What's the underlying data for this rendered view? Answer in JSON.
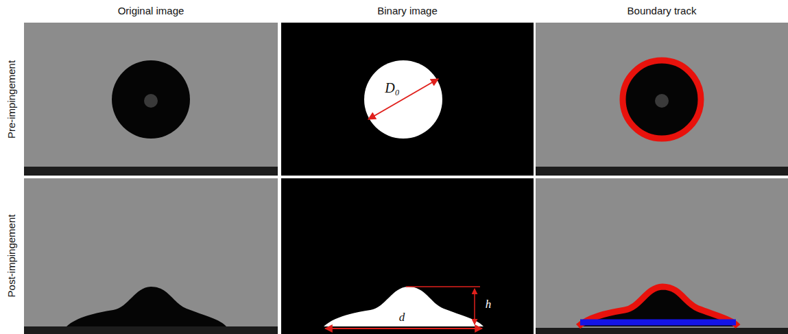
{
  "diagram": {
    "labels": [
      "Original image",
      "Binary image",
      "Boundary track",
      "Pre-impingement",
      "Post-impingement",
      "D₀",
      "h",
      "d"
    ]
  }
}
